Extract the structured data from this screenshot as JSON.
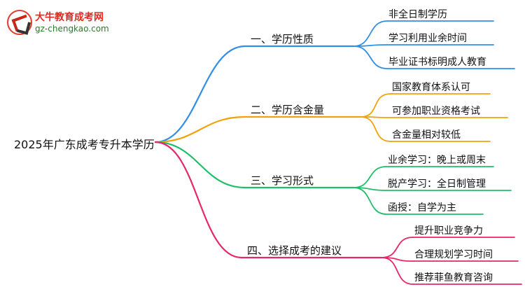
{
  "logo": {
    "title": "大牛教育成考网",
    "url": "gz-chengkao.com"
  },
  "root": "2025年广东成考专升本学历",
  "branches": [
    {
      "label": "一、学历性质",
      "color": "#2f8fe6",
      "leaves": [
        "非全日制学历",
        "学习利用业余时间",
        "毕业证书标明成人教育"
      ]
    },
    {
      "label": "二、学历含金量",
      "color": "#f0a20a",
      "leaves": [
        "国家教育体系认可",
        "可参加职业资格考试",
        "含金量相对较低"
      ]
    },
    {
      "label": "三、学习形式",
      "color": "#1fbf6a",
      "leaves": [
        "业余学习：晚上或周末",
        "脱产学习：全日制管理",
        "函授：自学为主"
      ]
    },
    {
      "label": "四、选择成考的建议",
      "color": "#e8266a",
      "leaves": [
        "提升职业竞争力",
        "合理规划学习时间",
        "推荐菲鱼教育咨询"
      ]
    }
  ]
}
